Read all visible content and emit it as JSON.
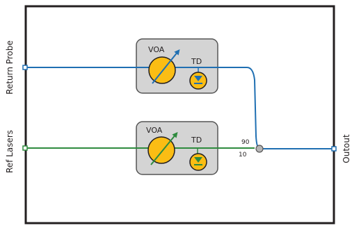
{
  "ports": {
    "return_probe": "Return Probe",
    "ref_lasers": "Ref Lasers",
    "output": "Outout"
  },
  "modules": [
    {
      "voa_label": "VOA",
      "td_label": "TD"
    },
    {
      "voa_label": "VOA",
      "td_label": "TD"
    }
  ],
  "coupler": {
    "ratio_top": "90",
    "ratio_bottom": "10"
  },
  "colors": {
    "frame": "#231f20",
    "probe_line": "#1f6fb2",
    "ref_line": "#2e8b3e",
    "module_fill": "#d4d4d4",
    "module_stroke": "#555555",
    "voa_fill": "#fbbd14",
    "td_fill": "#fbbd14",
    "coupler_fill": "#b5b5b5"
  }
}
